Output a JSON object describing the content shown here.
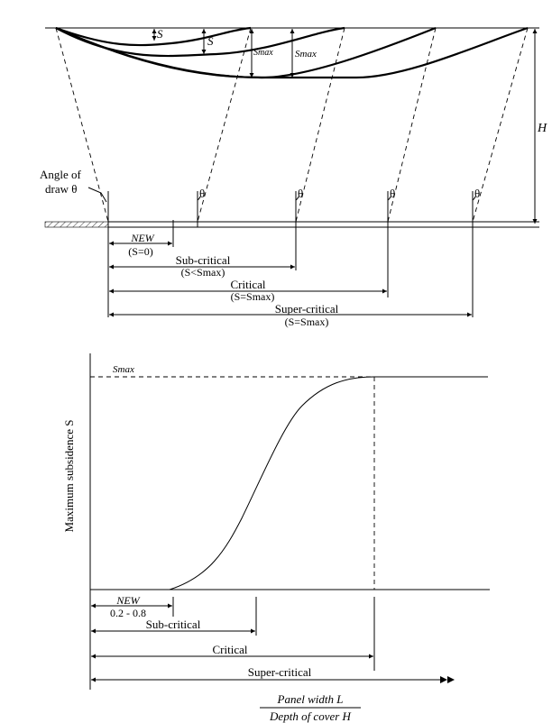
{
  "top": {
    "s_small": "S",
    "s_mid": "S",
    "smax_1": "Smax",
    "smax_2": "Smax",
    "depth_label": "H",
    "angle_line1": "Angle of",
    "angle_line2": "draw θ",
    "theta": "θ",
    "ranges": [
      {
        "name": "NEW",
        "cond": "(S=0)"
      },
      {
        "name": "Sub-critical",
        "cond": "(S<Smax)"
      },
      {
        "name": "Critical",
        "cond": "(S=Smax)"
      },
      {
        "name": "Super-critical",
        "cond": "(S=Smax)"
      }
    ]
  },
  "bottom": {
    "smax_label": "Smax",
    "y_axis_label": "Maximum subsidence S",
    "x_axis_numerator": "Panel width L",
    "x_axis_denominator": "Depth of cover H",
    "ranges": [
      {
        "name": "NEW",
        "value": "0.2 - 0.8"
      },
      {
        "name": "Sub-critical"
      },
      {
        "name": "Critical"
      },
      {
        "name": "Super-critical"
      }
    ]
  }
}
